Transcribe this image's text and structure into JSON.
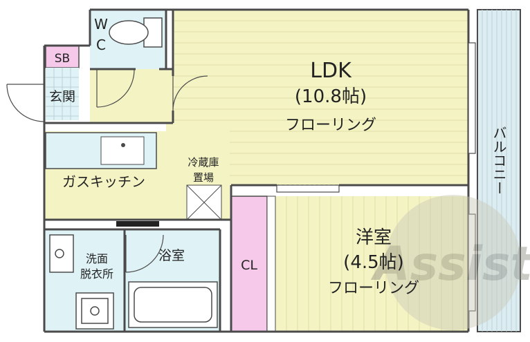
{
  "rooms": {
    "ldk": {
      "name": "LDK",
      "size": "(10.8帖)",
      "floor": "フローリング"
    },
    "western": {
      "name": "洋室",
      "size": "(4.5帖)",
      "floor": "フローリング"
    },
    "toilet": {
      "line1": "W",
      "line2": "C"
    },
    "shoe_box": "SB",
    "entrance": "玄関",
    "kitchen": "ガスキッチン",
    "fridge": {
      "line1": "冷蔵庫",
      "line2": "置場"
    },
    "washroom": {
      "line1": "洗面",
      "line2": "脱衣所"
    },
    "bath": "浴室",
    "closet": "CL",
    "balcony": "バルコニー"
  },
  "watermark": "Assist",
  "colors": {
    "floor": "#f4f3c4",
    "water": "#dff2f5",
    "sb": "#f6c8ea",
    "closet": "#f6c8ea",
    "balcony": "#dcecf0",
    "wall": "#4a4a4a",
    "watermark": "#a8a89a"
  }
}
